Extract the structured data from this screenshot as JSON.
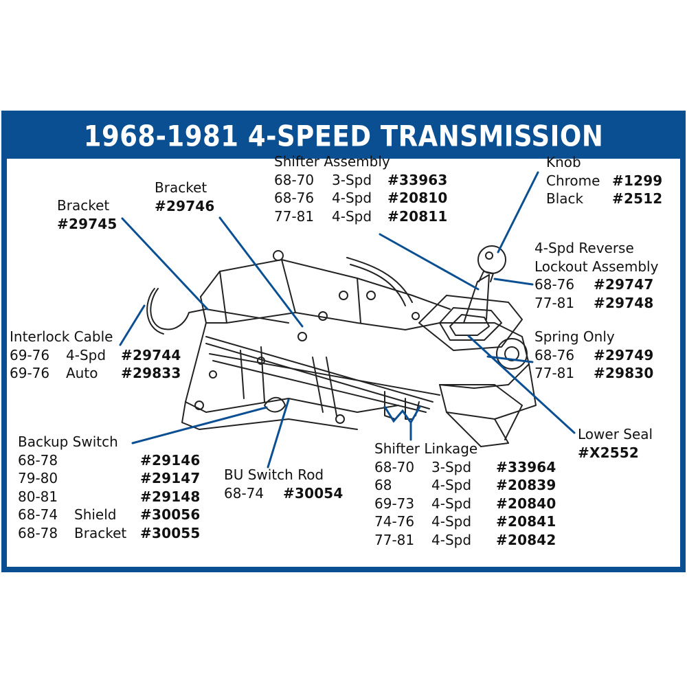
{
  "title": "1968-1981 4-SPEED TRANSMISSION",
  "colors": {
    "frame": "#0b4f93",
    "title_text": "#ffffff",
    "leader_lines": "#0b4f93",
    "line_art": "#222222"
  },
  "callouts": {
    "shifter_assembly": {
      "heading": "Shifter Assembly",
      "rows": [
        {
          "years": "68-70",
          "type": "3-Spd",
          "part": "#33963"
        },
        {
          "years": "68-76",
          "type": "4-Spd",
          "part": "#20810"
        },
        {
          "years": "77-81",
          "type": "4-Spd",
          "part": "#20811"
        }
      ]
    },
    "knob": {
      "heading": "Knob",
      "rows": [
        {
          "type": "Chrome",
          "part": "#1299"
        },
        {
          "type": "Black",
          "part": "#2512"
        }
      ]
    },
    "bracket_29746": {
      "heading": "Bracket",
      "part": "#29746"
    },
    "bracket_29745": {
      "heading": "Bracket",
      "part": "#29745"
    },
    "reverse_lockout": {
      "heading_line1": "4-Spd Reverse",
      "heading_line2": "Lockout Assembly",
      "rows": [
        {
          "years": "68-76",
          "part": "#29747"
        },
        {
          "years": "77-81",
          "part": "#29748"
        }
      ]
    },
    "interlock_cable": {
      "heading": "Interlock Cable",
      "rows": [
        {
          "years": "69-76",
          "type": "4-Spd",
          "part": "#29744"
        },
        {
          "years": "69-76",
          "type": "Auto",
          "part": "#29833"
        }
      ]
    },
    "spring_only": {
      "heading": "Spring Only",
      "rows": [
        {
          "years": "68-76",
          "part": "#29749"
        },
        {
          "years": "77-81",
          "part": "#29830"
        }
      ]
    },
    "lower_seal": {
      "heading": "Lower Seal",
      "part": "#X2552"
    },
    "backup_switch": {
      "heading": "Backup Switch",
      "rows": [
        {
          "years": "68-78",
          "type": "",
          "part": "#29146"
        },
        {
          "years": "79-80",
          "type": "",
          "part": "#29147"
        },
        {
          "years": "80-81",
          "type": "",
          "part": "#29148"
        },
        {
          "years": "68-74",
          "type": "Shield",
          "part": "#30056"
        },
        {
          "years": "68-78",
          "type": "Bracket",
          "part": "#30055"
        }
      ]
    },
    "bu_switch_rod": {
      "heading": "BU Switch Rod",
      "rows": [
        {
          "years": "68-74",
          "part": "#30054"
        }
      ]
    },
    "shifter_linkage": {
      "heading": "Shifter Linkage",
      "rows": [
        {
          "years": "68-70",
          "type": "3-Spd",
          "part": "#33964"
        },
        {
          "years": "68",
          "type": "4-Spd",
          "part": "#20839"
        },
        {
          "years": "69-73",
          "type": "4-Spd",
          "part": "#20840"
        },
        {
          "years": "74-76",
          "type": "4-Spd",
          "part": "#20841"
        },
        {
          "years": "77-81",
          "type": "4-Spd",
          "part": "#20842"
        }
      ]
    }
  }
}
